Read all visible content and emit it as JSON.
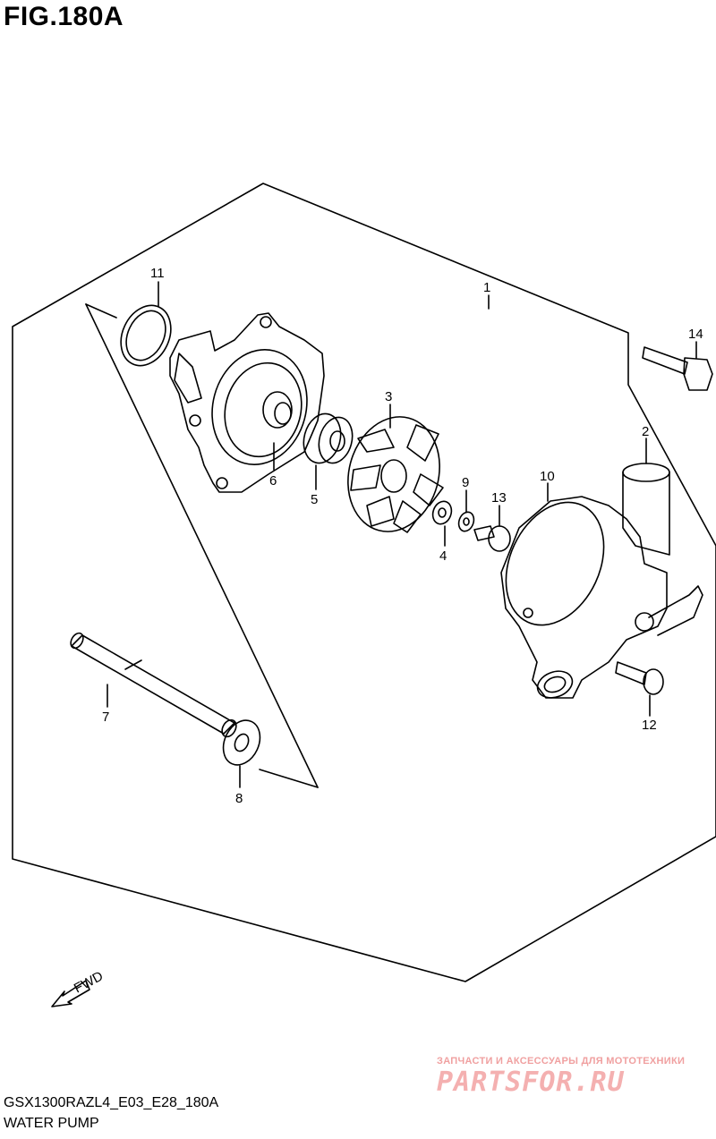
{
  "figure": {
    "title": "FIG.180A",
    "model_code": "GSX1300RAZL4_E03_E28_180A",
    "section_name": "WATER PUMP"
  },
  "fwd_label": "FWD",
  "callouts": {
    "p1": "1",
    "p2": "2",
    "p3": "3",
    "p4": "4",
    "p5": "5",
    "p6": "6",
    "p7": "7",
    "p8": "8",
    "p9": "9",
    "p10": "10",
    "p11": "11",
    "p12": "12",
    "p13": "13",
    "p14": "14"
  },
  "watermark": {
    "tagline": "ЗАПЧАСТИ И АКСЕССУАРЫ ДЛЯ МОТОТЕХНИКИ",
    "logo": "PARTSFOR.RU",
    "color": "#f4b0b0"
  }
}
